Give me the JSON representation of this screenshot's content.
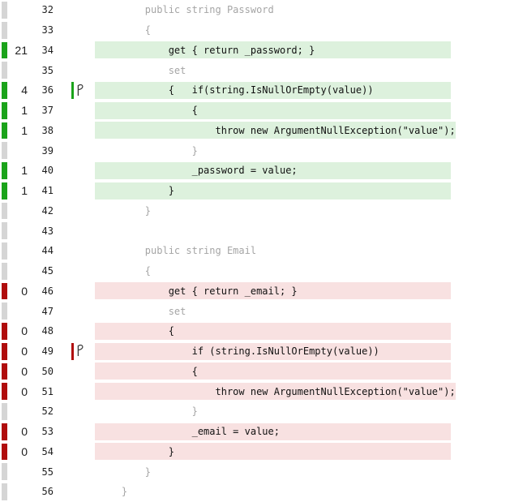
{
  "editor": {
    "kind": "code-coverage-view",
    "language": "csharp",
    "colors": {
      "covered_bg": "#ddf1dd",
      "uncovered_bg": "#f8e1e1",
      "covered_marker": "#1aa31a",
      "uncovered_marker": "#b00c0c",
      "neutral_marker": "#d5d5d5",
      "inactive_text": "#a5a5a5",
      "active_text": "#111111"
    },
    "gutter_icons": {
      "branch_point": "branch-point-icon"
    },
    "lines": [
      {
        "number": "32",
        "hits": "",
        "coverage": "none",
        "branch": false,
        "code": "        public string Password"
      },
      {
        "number": "33",
        "hits": "",
        "coverage": "none",
        "branch": false,
        "code": "        {"
      },
      {
        "number": "34",
        "hits": "21",
        "coverage": "covered",
        "branch": false,
        "code": "            get { return _password; }"
      },
      {
        "number": "35",
        "hits": "",
        "coverage": "none",
        "branch": false,
        "code": "            set"
      },
      {
        "number": "36",
        "hits": "4",
        "coverage": "covered",
        "branch": true,
        "code": "            {   if(string.IsNullOrEmpty(value))"
      },
      {
        "number": "37",
        "hits": "1",
        "coverage": "covered",
        "branch": false,
        "code": "                {"
      },
      {
        "number": "38",
        "hits": "1",
        "coverage": "covered",
        "branch": false,
        "code": "                    throw new ArgumentNullException(\"value\");"
      },
      {
        "number": "39",
        "hits": "",
        "coverage": "none",
        "branch": false,
        "code": "                }"
      },
      {
        "number": "40",
        "hits": "1",
        "coverage": "covered",
        "branch": false,
        "code": "                _password = value;"
      },
      {
        "number": "41",
        "hits": "1",
        "coverage": "covered",
        "branch": false,
        "code": "            }"
      },
      {
        "number": "42",
        "hits": "",
        "coverage": "none",
        "branch": false,
        "code": "        }"
      },
      {
        "number": "43",
        "hits": "",
        "coverage": "none",
        "branch": false,
        "code": ""
      },
      {
        "number": "44",
        "hits": "",
        "coverage": "none",
        "branch": false,
        "code": "        public string Email"
      },
      {
        "number": "45",
        "hits": "",
        "coverage": "none",
        "branch": false,
        "code": "        {"
      },
      {
        "number": "46",
        "hits": "0",
        "coverage": "uncovered",
        "branch": false,
        "code": "            get { return _email; }"
      },
      {
        "number": "47",
        "hits": "",
        "coverage": "none",
        "branch": false,
        "code": "            set"
      },
      {
        "number": "48",
        "hits": "0",
        "coverage": "uncovered",
        "branch": false,
        "code": "            {"
      },
      {
        "number": "49",
        "hits": "0",
        "coverage": "uncovered",
        "branch": true,
        "code": "                if (string.IsNullOrEmpty(value))"
      },
      {
        "number": "50",
        "hits": "0",
        "coverage": "uncovered",
        "branch": false,
        "code": "                {"
      },
      {
        "number": "51",
        "hits": "0",
        "coverage": "uncovered",
        "branch": false,
        "code": "                    throw new ArgumentNullException(\"value\");"
      },
      {
        "number": "52",
        "hits": "",
        "coverage": "none",
        "branch": false,
        "code": "                }"
      },
      {
        "number": "53",
        "hits": "0",
        "coverage": "uncovered",
        "branch": false,
        "code": "                _email = value;"
      },
      {
        "number": "54",
        "hits": "0",
        "coverage": "uncovered",
        "branch": false,
        "code": "            }"
      },
      {
        "number": "55",
        "hits": "",
        "coverage": "none",
        "branch": false,
        "code": "        }"
      },
      {
        "number": "56",
        "hits": "",
        "coverage": "none",
        "branch": false,
        "code": "    }"
      }
    ]
  }
}
